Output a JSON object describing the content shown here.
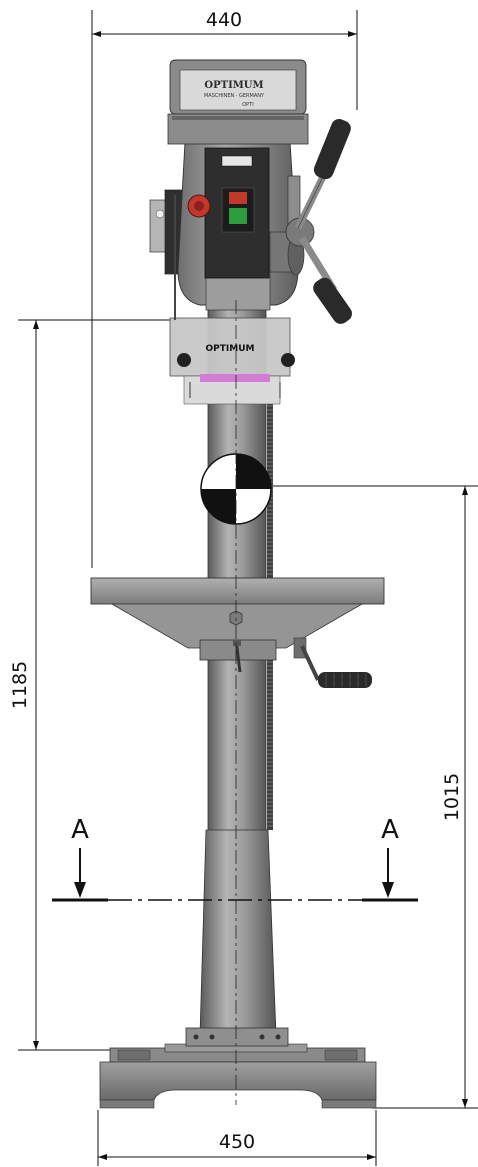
{
  "dimensions": {
    "top_width": "440",
    "base_width": "450",
    "left_height": "1185",
    "right_height": "1015"
  },
  "section": {
    "left_label": "A",
    "right_label": "A"
  },
  "labels": {
    "head_brand": "OPTIMUM",
    "head_sub": "MASCHINEN · GERMANY",
    "head_model": "OPTI",
    "collar_brand": "OPTIMUM"
  },
  "colors": {
    "body_grey": "#8e8e8e",
    "dark_grey": "#4a4a4a",
    "accent_pink": "#d27cd6",
    "stop_red": "#c0392b",
    "start_green": "#2e9d3e"
  }
}
